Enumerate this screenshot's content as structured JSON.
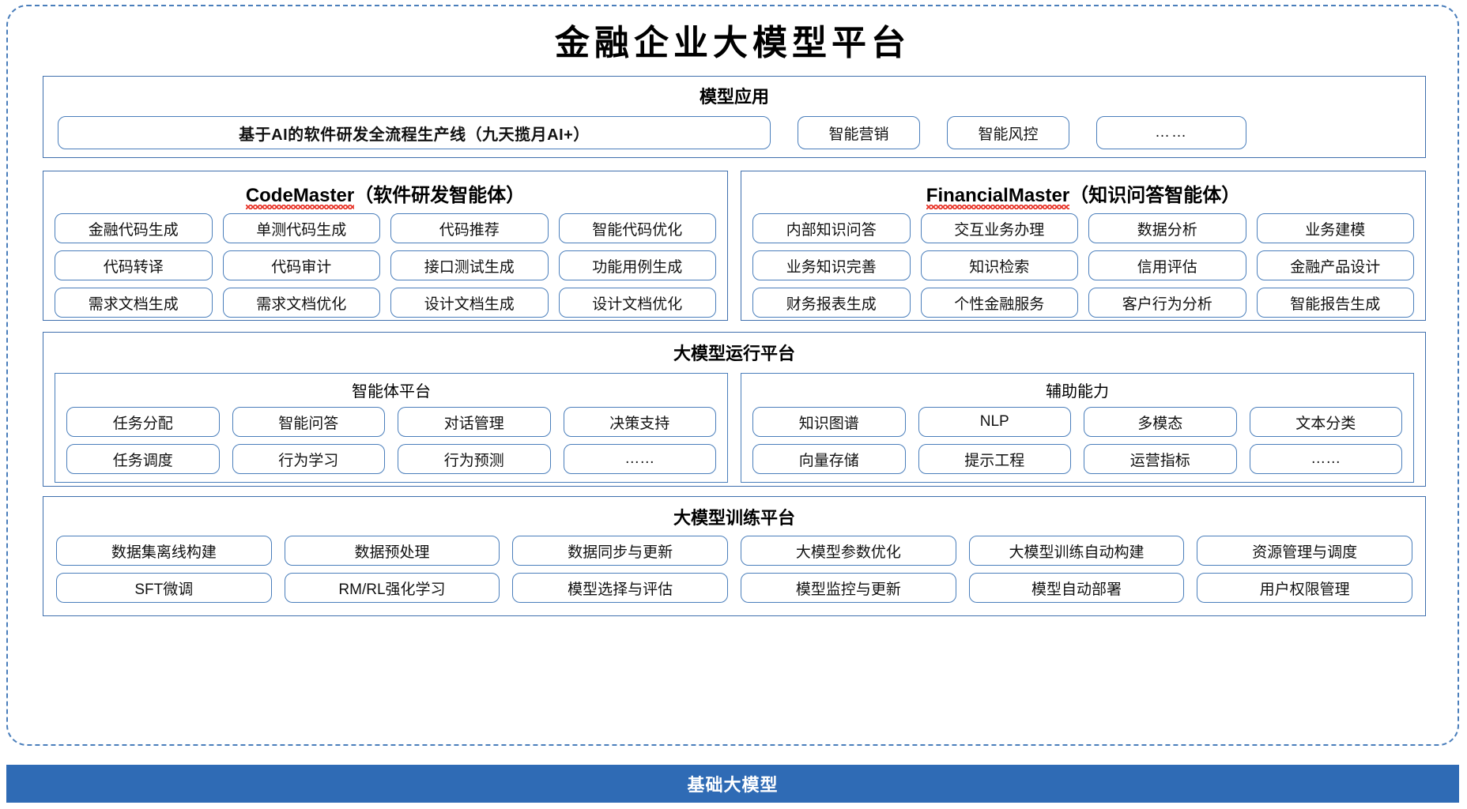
{
  "page": {
    "title": "金融企业大模型平台",
    "accent_blue": "#4a7ebb",
    "border_blue": "#3f6fad",
    "base_bar_blue": "#2f6bb5",
    "spellcheck_red": "#e8352a"
  },
  "apps": {
    "section_title": "模型应用",
    "flagship": "基于AI的软件研发全流程生产线（九天揽月AI+）",
    "items": [
      {
        "label": "智能营销"
      },
      {
        "label": "智能风控"
      }
    ],
    "ellipsis": "……"
  },
  "agents": [
    {
      "name_en": "CodeMaster",
      "name_cn": "（软件研发智能体）",
      "spellcheck_underline": true,
      "items": [
        "金融代码生成",
        "单测代码生成",
        "代码推荐",
        "智能代码优化",
        "代码转译",
        "代码审计",
        "接口测试生成",
        "功能用例生成",
        "需求文档生成",
        "需求文档优化",
        "设计文档生成",
        "设计文档优化"
      ]
    },
    {
      "name_en": "FinancialMaster",
      "name_cn": "（知识问答智能体）",
      "spellcheck_underline": true,
      "items": [
        "内部知识问答",
        "交互业务办理",
        "数据分析",
        "业务建模",
        "业务知识完善",
        "知识检索",
        "信用评估",
        "金融产品设计",
        "财务报表生成",
        "个性金融服务",
        "客户行为分析",
        "智能报告生成"
      ]
    }
  ],
  "runtime": {
    "section_title": "大模型运行平台",
    "groups": [
      {
        "title": "智能体平台",
        "items": [
          "任务分配",
          "智能问答",
          "对话管理",
          "决策支持",
          "任务调度",
          "行为学习",
          "行为预测",
          "……"
        ]
      },
      {
        "title": "辅助能力",
        "items": [
          "知识图谱",
          "NLP",
          "多模态",
          "文本分类",
          "向量存储",
          "提示工程",
          "运营指标",
          "……"
        ]
      }
    ]
  },
  "training": {
    "section_title": "大模型训练平台",
    "items": [
      "数据集离线构建",
      "数据预处理",
      "数据同步与更新",
      "大模型参数优化",
      "大模型训练自动构建",
      "资源管理与调度",
      "SFT微调",
      "RM/RL强化学习",
      "模型选择与评估",
      "模型监控与更新",
      "模型自动部署",
      "用户权限管理"
    ]
  },
  "base": {
    "label": "基础大模型"
  }
}
